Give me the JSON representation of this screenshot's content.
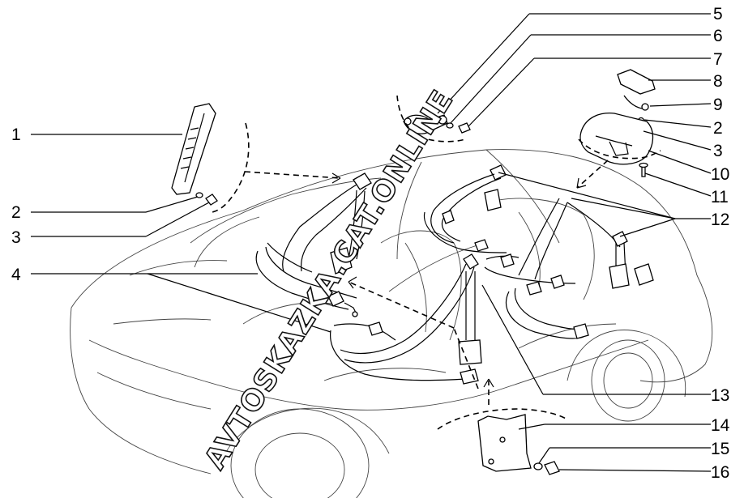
{
  "watermark": "AVTOSKAZKA.CAT.ONLINE",
  "callouts": [
    {
      "id": "c1",
      "label": "1"
    },
    {
      "id": "c2a",
      "label": "2"
    },
    {
      "id": "c3a",
      "label": "3"
    },
    {
      "id": "c4",
      "label": "4"
    },
    {
      "id": "c5",
      "label": "5"
    },
    {
      "id": "c6",
      "label": "6"
    },
    {
      "id": "c7",
      "label": "7"
    },
    {
      "id": "c8",
      "label": "8"
    },
    {
      "id": "c9",
      "label": "9"
    },
    {
      "id": "c2b",
      "label": "2"
    },
    {
      "id": "c3b",
      "label": "3"
    },
    {
      "id": "c10",
      "label": "10"
    },
    {
      "id": "c11",
      "label": "11"
    },
    {
      "id": "c12",
      "label": "12"
    },
    {
      "id": "c13",
      "label": "13"
    },
    {
      "id": "c14",
      "label": "14"
    },
    {
      "id": "c15",
      "label": "15"
    },
    {
      "id": "c16",
      "label": "16"
    }
  ],
  "colors": {
    "line": "#000000",
    "car_outline": "#444444",
    "background": "#ffffff"
  }
}
